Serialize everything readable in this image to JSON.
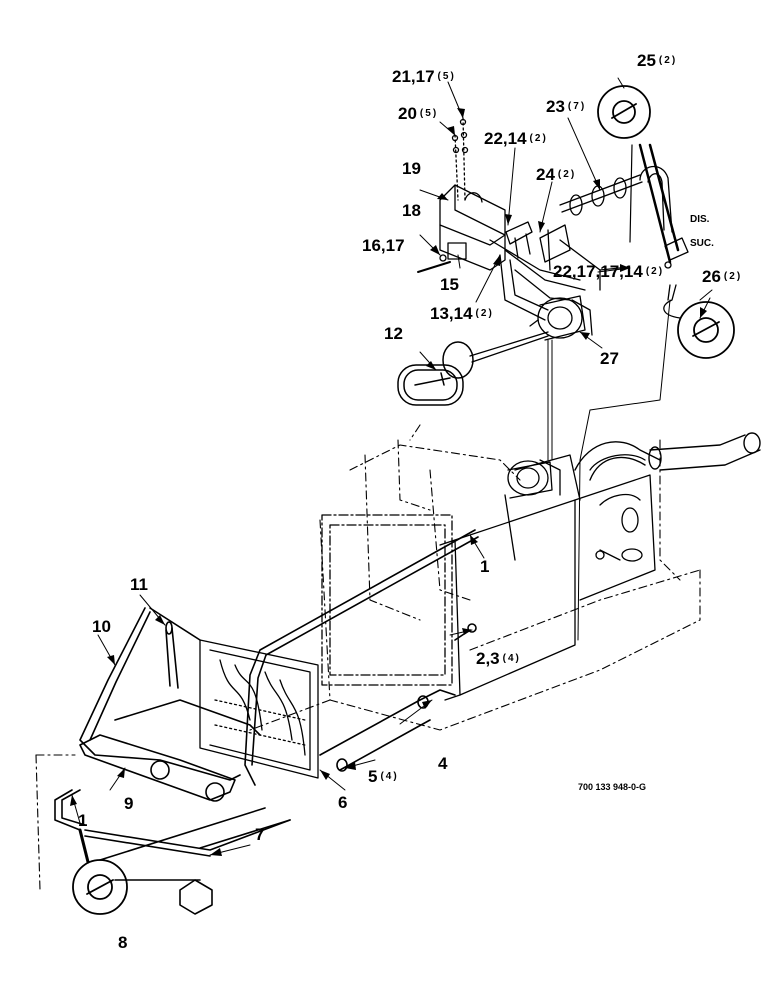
{
  "drawing_number": "700 133 948-0-G",
  "callouts": [
    {
      "id": "c21",
      "label": "21,17",
      "qty": "(5)"
    },
    {
      "id": "c25",
      "label": "25",
      "qty": "(2)"
    },
    {
      "id": "c20",
      "label": "20",
      "qty": "(5)"
    },
    {
      "id": "c23",
      "label": "23",
      "qty": "(7)"
    },
    {
      "id": "c22a",
      "label": "22,14",
      "qty": "(2)"
    },
    {
      "id": "c19",
      "label": "19",
      "qty": ""
    },
    {
      "id": "c24",
      "label": "24",
      "qty": "(2)"
    },
    {
      "id": "c18",
      "label": "18",
      "qty": ""
    },
    {
      "id": "c1617",
      "label": "16,17",
      "qty": ""
    },
    {
      "id": "c15",
      "label": "15",
      "qty": ""
    },
    {
      "id": "c22b",
      "label": "22,17,17,14",
      "qty": "(2)"
    },
    {
      "id": "c26",
      "label": "26",
      "qty": "(2)"
    },
    {
      "id": "c1314",
      "label": "13,14",
      "qty": "(2)"
    },
    {
      "id": "c12",
      "label": "12",
      "qty": ""
    },
    {
      "id": "c27",
      "label": "27",
      "qty": ""
    },
    {
      "id": "c1a",
      "label": "1",
      "qty": ""
    },
    {
      "id": "c11",
      "label": "11",
      "qty": ""
    },
    {
      "id": "c10",
      "label": "10",
      "qty": ""
    },
    {
      "id": "c23b",
      "label": "2,3",
      "qty": "(4)"
    },
    {
      "id": "c4",
      "label": "4",
      "qty": ""
    },
    {
      "id": "c5",
      "label": "5",
      "qty": "(4)"
    },
    {
      "id": "c9",
      "label": "9",
      "qty": ""
    },
    {
      "id": "c6",
      "label": "6",
      "qty": ""
    },
    {
      "id": "c1b",
      "label": "1",
      "qty": ""
    },
    {
      "id": "c7",
      "label": "7",
      "qty": ""
    },
    {
      "id": "c8",
      "label": "8",
      "qty": ""
    }
  ],
  "port_labels": {
    "dis": "DIS.",
    "suc": "SUC."
  }
}
